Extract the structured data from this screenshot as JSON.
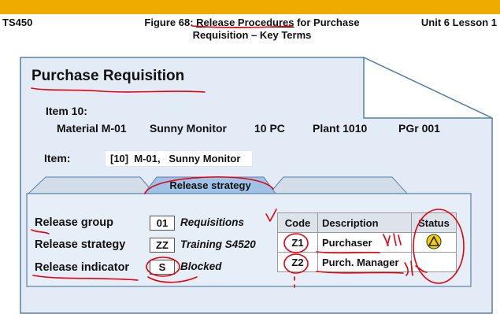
{
  "header": {
    "course": "TS450",
    "figure_prefix": "Figure 68: ",
    "figure_underlined": "Release Procedures",
    "figure_rest": " for Purchase",
    "figure_line2": "Requisition – Key Terms",
    "unit": "Unit 6 Lesson 1"
  },
  "document": {
    "title": "Purchase Requisition",
    "item_heading": "Item 10:",
    "material": "Material M-01",
    "description": "Sunny Monitor",
    "quantity": "10 PC",
    "plant": "Plant 1010",
    "purchasing_group": "PGr 001",
    "item_label": "Item:",
    "item_value": "[10]  M-01,   Sunny Monitor",
    "tab_active": "Release strategy"
  },
  "release": {
    "group_label": "Release group",
    "group_code": "01",
    "group_desc": "Requisitions",
    "strategy_label": "Release strategy",
    "strategy_code": "ZZ",
    "strategy_desc": "Training S4520",
    "indicator_label": "Release indicator",
    "indicator_code": "S",
    "indicator_desc": "Blocked"
  },
  "table": {
    "headers": [
      "Code",
      "Description",
      "Status"
    ],
    "rows": [
      {
        "code": "Z1",
        "description": "Purchaser"
      },
      {
        "code": "Z2",
        "description": "Purch. Manager"
      }
    ]
  },
  "colors": {
    "brand_bar": "#f0ab00",
    "panel": "#e3ecf6",
    "panel_border": "#5a7fa6",
    "annotation": "#e60012",
    "warning": "#f5d000"
  },
  "icons": {
    "status_row1": "warning-triangle-icon"
  }
}
